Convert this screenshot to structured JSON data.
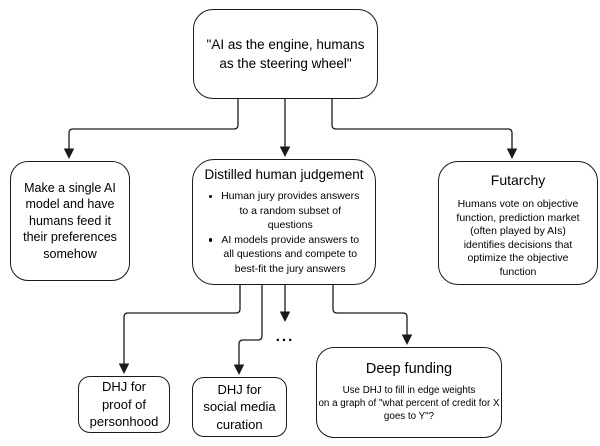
{
  "diagram": {
    "colors": {
      "background": "#ffffff",
      "node_fill": "#ffffff",
      "stroke": "#1a1a1a",
      "text": "#000000"
    },
    "nodes": {
      "root": {
        "lines": [
          "\"AI as the engine, humans",
          "as the steering wheel\""
        ],
        "text": "\"AI as the engine, humans as the steering wheel\""
      },
      "single_ai": {
        "lines": [
          "Make a single AI",
          "model and have",
          "humans feed it",
          "their preferences",
          "somehow"
        ],
        "text": "Make a single AI model and have humans feed it their preferences somehow"
      },
      "dhj": {
        "title": "Distilled human judgement",
        "bullets": [
          {
            "lines": [
              "Human jury provides answers",
              "to a random subset of",
              "questions"
            ]
          },
          {
            "lines": [
              "AI models provide answers to",
              "all questions and compete to",
              "best-fit the jury answers"
            ]
          }
        ]
      },
      "futarchy": {
        "title": "Futarchy",
        "body_lines": [
          "Humans vote on objective",
          "function, prediction market",
          "(often played by AIs)",
          "identifies decisions that",
          "optimize the objective",
          "function"
        ]
      },
      "dhj_proof": {
        "lines": [
          "DHJ for",
          "proof of",
          "personhood"
        ],
        "text": "DHJ for proof of personhood"
      },
      "dhj_social": {
        "lines": [
          "DHJ for",
          "social media",
          "curation"
        ],
        "text": "DHJ for social media curation"
      },
      "deep_funding": {
        "title": "Deep funding",
        "body_lines": [
          "Use DHJ to fill in edge weights",
          "on a graph of \"what percent of credit for X",
          "goes to Y\"?"
        ]
      },
      "ellipsis": {
        "text": "..."
      }
    },
    "edges": [
      {
        "from": "ai-engine-quote",
        "to": "single-ai-model"
      },
      {
        "from": "ai-engine-quote",
        "to": "distilled-human-judgement"
      },
      {
        "from": "ai-engine-quote",
        "to": "futarchy"
      },
      {
        "from": "distilled-human-judgement",
        "to": "dhj-proof-of-personhood"
      },
      {
        "from": "distilled-human-judgement",
        "to": "dhj-social-media-curation"
      },
      {
        "from": "distilled-human-judgement",
        "to": "more-options-ellipsis"
      },
      {
        "from": "distilled-human-judgement",
        "to": "deep-funding"
      }
    ]
  }
}
